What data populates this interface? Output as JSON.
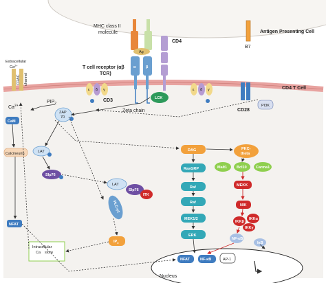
{
  "labels": {
    "apc": "Antigen Presenting Cell",
    "b7": "B7",
    "mhc": "MHC class II",
    "mhc2": "molecule",
    "ag": "Ag",
    "alpha_apc": "α",
    "beta_apc": "β",
    "alpha_tcr": "α",
    "beta_tcr": "β",
    "cd4": "CD4",
    "tcr": "T cell receptor (αβ",
    "tcr2": "TCR)",
    "cd3": "CD3",
    "zeta": "Zeta chain",
    "lck": "LCK",
    "cd4tcell": "CD4 T Cell",
    "cd28": "CD28",
    "pi3k": "PI3K",
    "pip2": "PIP",
    "pip2sub": "2",
    "extra": "Extracellular",
    "ca_ext": "Ca",
    "ca_plus": "2+",
    "ca_int": "Ca",
    "ca_int_plus": "2+",
    "crac": "CRAC",
    "channel": "channel",
    "cam": "CaM",
    "calcineurin": "Calcineurin",
    "nfat_left": "NFAT",
    "zap70a": "ZAP",
    "zap70b": "70",
    "lat": "LAT",
    "slp76": "Slp76",
    "lat2": "LAT",
    "slp76b": "Slp76",
    "itk": "ITK",
    "plc_g": "PLC-γ1",
    "ip3": "IP",
    "ip3sub": "3",
    "store1": "Intracellular",
    "store2": "Ca",
    "store3": "store",
    "nucleus": "Nucleus",
    "dag": "DAG",
    "rasgrp": "RasGRP",
    "raf1": "Raf",
    "raf2": "Raf",
    "mek": "MEK1/2",
    "erk": "ERK",
    "pkc1": "PKC-",
    "pkc2": "theta",
    "malt1": "Malt1",
    "bcl10": "Bcl10",
    "carma1": "Carma1",
    "mekk": "MEKK",
    "nik": "NIK",
    "ikkb": "IKKβ",
    "ikka": "IKKα",
    "ikkg": "IKKγ",
    "nfkb_cyto": "NF-κB",
    "ikb_cyto": "IκB",
    "nfat_n": "NFAT",
    "nfkb_n": "NF-κB",
    "ap1": "AP-1",
    "eps": "ε",
    "delta": "δ",
    "gamma": "γ",
    "p": "P"
  },
  "colors": {
    "membrane": "#e8a3a0",
    "membrane_edge": "#c97873",
    "cell_fill": "#f4f2ef",
    "apc_fill": "#f7f5f2",
    "tcr_blue": "#6a9fd0",
    "cd3_yellow": "#f2d98a",
    "cd3_purple": "#b69bd2",
    "lck_green": "#2e9a5b",
    "zap_blue": "#cfe2f4",
    "teal": "#33a8b7",
    "orange": "#f2a13c",
    "green": "#8fcf4f",
    "red": "#cf2a2a",
    "purple": "#6e4fa3",
    "cd4_purple": "#b49ed3",
    "ag_gold": "#e0c070"
  }
}
